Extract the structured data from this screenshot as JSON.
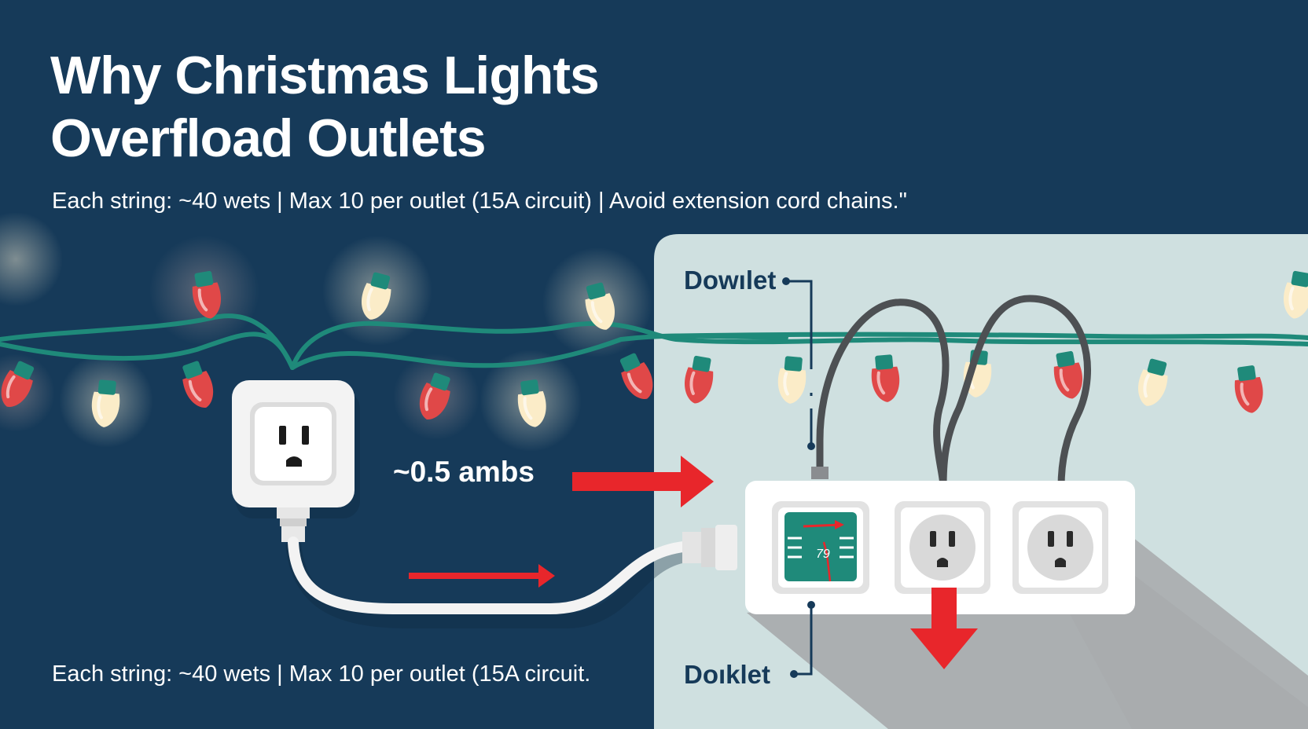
{
  "title_line1": "Why Christmas Lights",
  "title_line2": "Overfload Outlets",
  "subtitle": "Each string: ~40 wets | Max 10 per outlet (15A circuit) | Avoid extension cord chains.\"",
  "bottom_note": "Each string: ~40 wets | Max 10 per outlet  (15A circuit.",
  "current_label": "~0.5 ambs",
  "callout_top": "Dowılet",
  "callout_bottom": "Doıklet",
  "breaker_label": "79",
  "colors": {
    "background": "#163a59",
    "panel": "#cfe0e0",
    "wire": "#1f8a7a",
    "bulb_red": "#e04848",
    "bulb_warm": "#fbecc8",
    "arrow_red": "#e8262b",
    "outlet_white": "#f6f6f6",
    "breaker_teal": "#1f8a7a"
  },
  "icons": [
    "wall-outlet-icon",
    "power-strip-icon",
    "breaker-icon",
    "christmas-bulb-icon",
    "arrow-right-icon",
    "arrow-down-icon"
  ]
}
